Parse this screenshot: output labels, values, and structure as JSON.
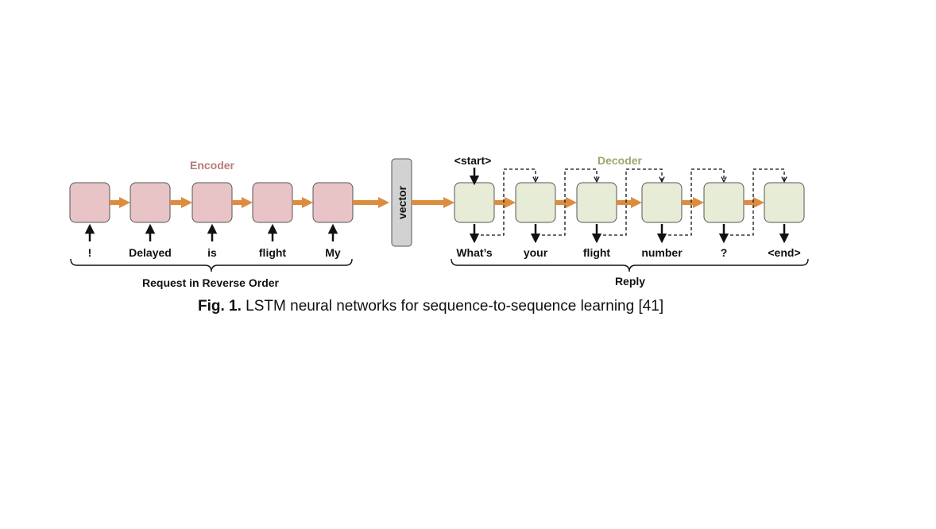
{
  "encoder": {
    "title": "Encoder",
    "title_color": "#b87b7b",
    "cell_fill": "#e8c4c6",
    "inputs": [
      "!",
      "Delayed",
      "is",
      "flight",
      "My"
    ],
    "brace_label": "Request in Reverse Order"
  },
  "vector": {
    "label": "vector",
    "fill": "#d2d2d2"
  },
  "decoder": {
    "title": "Decoder",
    "title_color": "#9aa86e",
    "cell_fill": "#e6ecd5",
    "start_token": "<start>",
    "outputs": [
      "What’s",
      "your",
      "flight",
      "number",
      "?",
      "<end>"
    ],
    "brace_label": "Reply"
  },
  "arrow_color": "#dd8c3e",
  "caption": {
    "prefix": "Fig. 1.",
    "text": " LSTM neural networks for sequence-to-sequence learning [41]"
  }
}
